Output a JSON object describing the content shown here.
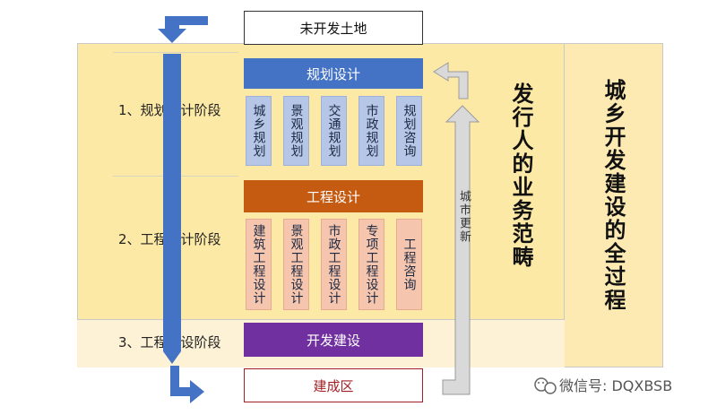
{
  "top_box": {
    "label": "未开发土地"
  },
  "bottom_box": {
    "label": "建成区"
  },
  "stages": [
    {
      "label": "1、规划设计阶段"
    },
    {
      "label": "2、工程设计阶段"
    },
    {
      "label": "3、工程建设阶段"
    }
  ],
  "planning": {
    "title": "规划设计",
    "items": [
      "城乡规划",
      "景观规划",
      "交通规划",
      "市政规划",
      "规划咨询"
    ]
  },
  "engineering": {
    "title": "工程设计",
    "items": [
      "建筑工程设计",
      "景观工程设计",
      "市政工程设计",
      "专项工程设计",
      "工程咨询"
    ]
  },
  "construction": {
    "title": "开发建设"
  },
  "urban_renewal": {
    "label": "城市更新"
  },
  "developer_scope": {
    "label": "发行人的业务范畴"
  },
  "full_process": {
    "label": "城乡开发建设的全过程"
  },
  "watermark": {
    "label": "微信号: DQXBSB"
  },
  "colors": {
    "planning_bar": "#4472c4",
    "engineering_bar": "#c55a11",
    "construction_bar": "#7030a0",
    "flow_arrow": "#4472c4",
    "renewal_arrow": "#d9d9d9"
  }
}
